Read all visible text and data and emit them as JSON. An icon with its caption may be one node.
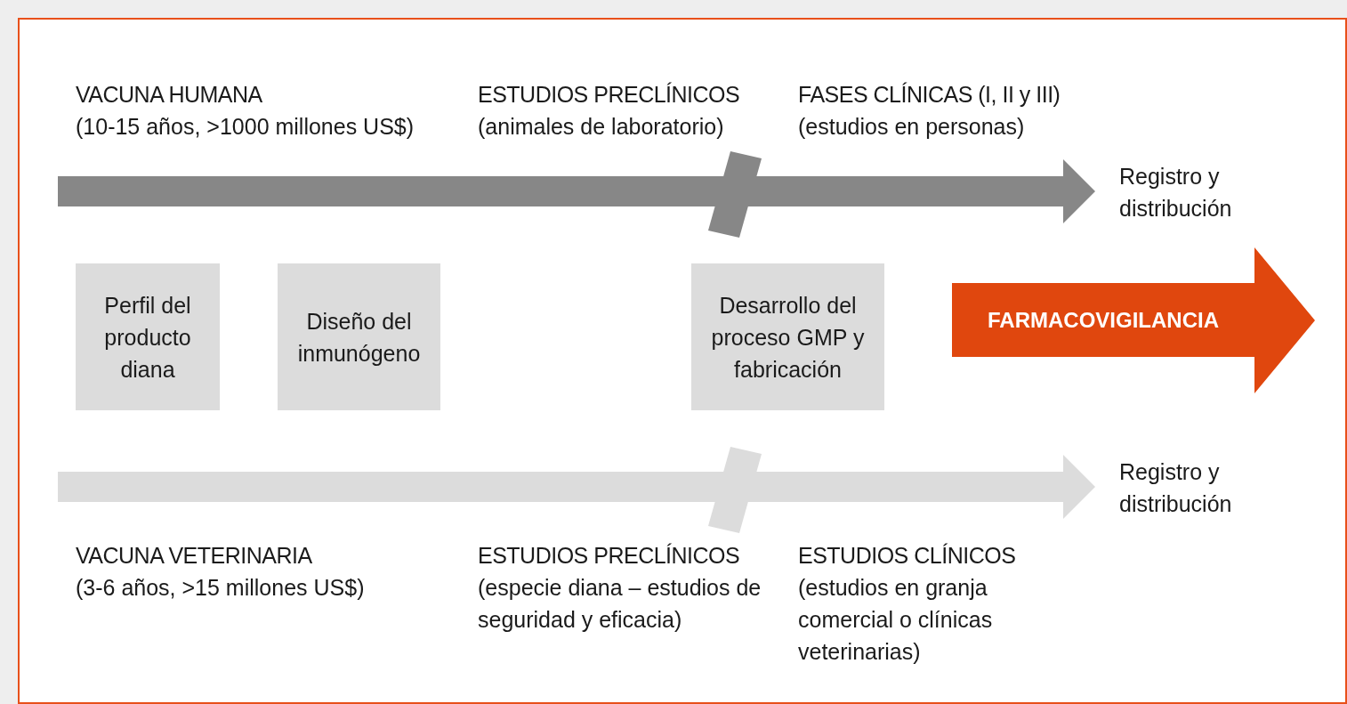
{
  "diagram": {
    "nodes": [
      {
        "text": [
          "Perfil del producto diana"
        ]
      },
      {
        "text": [
          "Diseño del inmunógeno"
        ]
      },
      {
        "text": [
          "Desarrollo del proceso GMP y fabricación"
        ]
      },
      {
        "text": [
          "FARMACOVIGILANCIA"
        ]
      },
      {
        "text": [
          "Registro y distribución"
        ]
      },
      {
        "text": [
          "Registro y distribución"
        ]
      }
    ],
    "edges": [
      {
        "from": null,
        "to": 4,
        "arrow": "to",
        "color": "#878787"
      },
      {
        "from": null,
        "to": 5,
        "arrow": "to",
        "color": "#dcdcdc"
      }
    ],
    "labels": [
      "VACUNA HUMANA",
      "(10-15 años, >1000 millones US$)",
      "ESTUDIOS PRECLÍNICOS",
      "(animales de laboratorio)",
      "FASES CLÍNICAS (I, II y III)",
      "(estudios en personas)",
      "VACUNA VETERINARIA",
      "(3-6 años, >15 millones US$)",
      "ESTUDIOS PRECLÍNICOS",
      "(especie diana – estudios de seguridad y eficacia)",
      "ESTUDIOS CLÍNICOS",
      "(estudios en granja comercial o clínicas veterinarias)"
    ]
  }
}
